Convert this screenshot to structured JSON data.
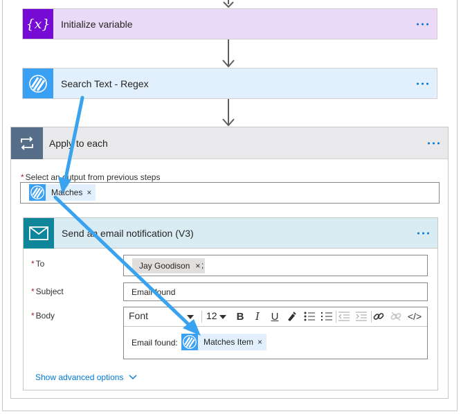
{
  "steps": {
    "initialize": {
      "title": "Initialize variable",
      "icon": "variable-icon"
    },
    "regex": {
      "title": "Search Text - Regex",
      "icon": "regex-stripes-icon"
    }
  },
  "apply_each": {
    "title": "Apply to each",
    "select_label": "Select an output from previous steps",
    "select_token": "Matches",
    "email": {
      "title": "Send an email notification (V3)",
      "to_label": "To",
      "to_chip": "Jay Goodison",
      "to_suffix": ";",
      "subject_label": "Subject",
      "subject_value": "Email found",
      "body_label": "Body",
      "toolbar": {
        "font": "Font",
        "size": "12",
        "bold": "B",
        "italic": "I",
        "underline": "U",
        "code": "</>"
      },
      "body_text": "Email found:",
      "body_token": "Matches Item",
      "advanced": "Show advanced options"
    }
  },
  "token_remove_glyph": "×",
  "colors": {
    "accent": "#0078d4",
    "variable": "#770bd6",
    "regex": "#3aa0f3",
    "loop": "#566e87",
    "email": "#0e8599",
    "annotation_arrow": "#3aa3f0"
  }
}
